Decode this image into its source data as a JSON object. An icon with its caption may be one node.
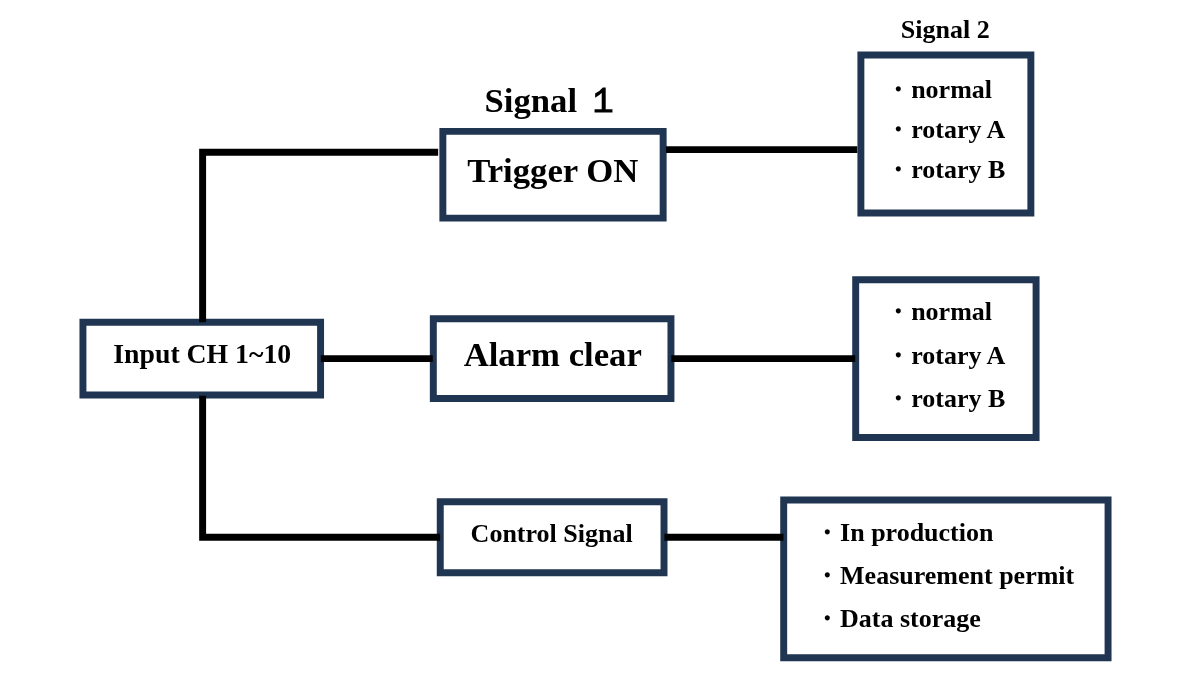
{
  "diagram": {
    "nodes": [
      {
        "text": [
          "Input CH 1~10"
        ]
      },
      {
        "text": [
          "Signal １",
          "Trigger ON"
        ]
      },
      {
        "text": [
          "Alarm clear"
        ]
      },
      {
        "text": [
          "Control Signal"
        ]
      },
      {
        "text": [
          "Signal 2",
          "・normal",
          "・rotary A",
          "・rotary B"
        ]
      },
      {
        "text": [
          "・normal",
          "・rotary A",
          "・rotary B"
        ]
      },
      {
        "text": [
          "・In production",
          "・Measurement permit",
          "・Data storage"
        ]
      }
    ],
    "edges": [
      {
        "from": 0,
        "to": 1,
        "arrow": "none"
      },
      {
        "from": 0,
        "to": 2,
        "arrow": "none"
      },
      {
        "from": 0,
        "to": 3,
        "arrow": "none"
      },
      {
        "from": 1,
        "to": 4,
        "arrow": "none"
      },
      {
        "from": 2,
        "to": 5,
        "arrow": "none"
      },
      {
        "from": 3,
        "to": 6,
        "arrow": "none"
      }
    ]
  }
}
